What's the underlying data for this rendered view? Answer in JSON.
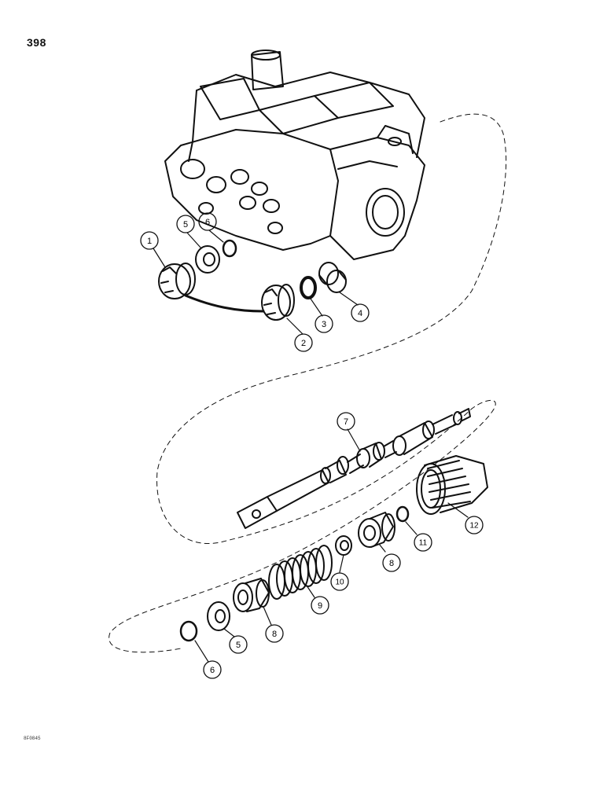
{
  "page": {
    "number": "398",
    "figure_code": "8F0845"
  },
  "colors": {
    "ink": "#111111",
    "background": "#ffffff"
  },
  "diagram": {
    "subject": "hydraulic control valve spool assembly — exploded parts view",
    "callouts": [
      {
        "id": "c1",
        "label": "1"
      },
      {
        "id": "c2",
        "label": "2"
      },
      {
        "id": "c3",
        "label": "3"
      },
      {
        "id": "c4",
        "label": "4"
      },
      {
        "id": "c5a",
        "label": "5"
      },
      {
        "id": "c6a",
        "label": "6"
      },
      {
        "id": "c7",
        "label": "7"
      },
      {
        "id": "c8a",
        "label": "8"
      },
      {
        "id": "c8b",
        "label": "8"
      },
      {
        "id": "c9",
        "label": "9"
      },
      {
        "id": "c10",
        "label": "10"
      },
      {
        "id": "c11",
        "label": "11"
      },
      {
        "id": "c12",
        "label": "12"
      },
      {
        "id": "c5b",
        "label": "5"
      },
      {
        "id": "c6b",
        "label": "6"
      }
    ]
  }
}
